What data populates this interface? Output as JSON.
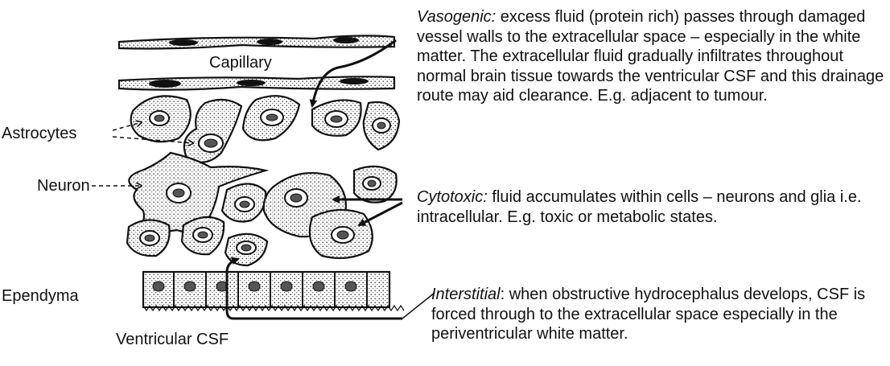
{
  "labels": {
    "capillary": "Capillary",
    "astrocytes": "Astrocytes",
    "neuron": "Neuron",
    "ependyma": "Ependyma",
    "ventricular_csf": "Ventricular CSF"
  },
  "descriptions": {
    "vasogenic": {
      "term": "Vasogenic:",
      "text": " excess fluid (protein rich) passes through damaged vessel walls to the extracellular space – especially in the white matter. The extracellular fluid gradually infiltrates throughout normal brain tissue towards the ventricular CSF and this drainage route may aid clearance. E.g. adjacent to tumour."
    },
    "cytotoxic": {
      "term": "Cytotoxic:",
      "text": " fluid accumulates within cells – neurons and glia i.e. intracellular. E.g. toxic or metabolic states."
    },
    "interstitial": {
      "term": "Interstitial",
      "text": ": when obstructive hydrocephalus develops, CSF is forced through to the extracellular space especially in the periventricular white matter."
    }
  }
}
